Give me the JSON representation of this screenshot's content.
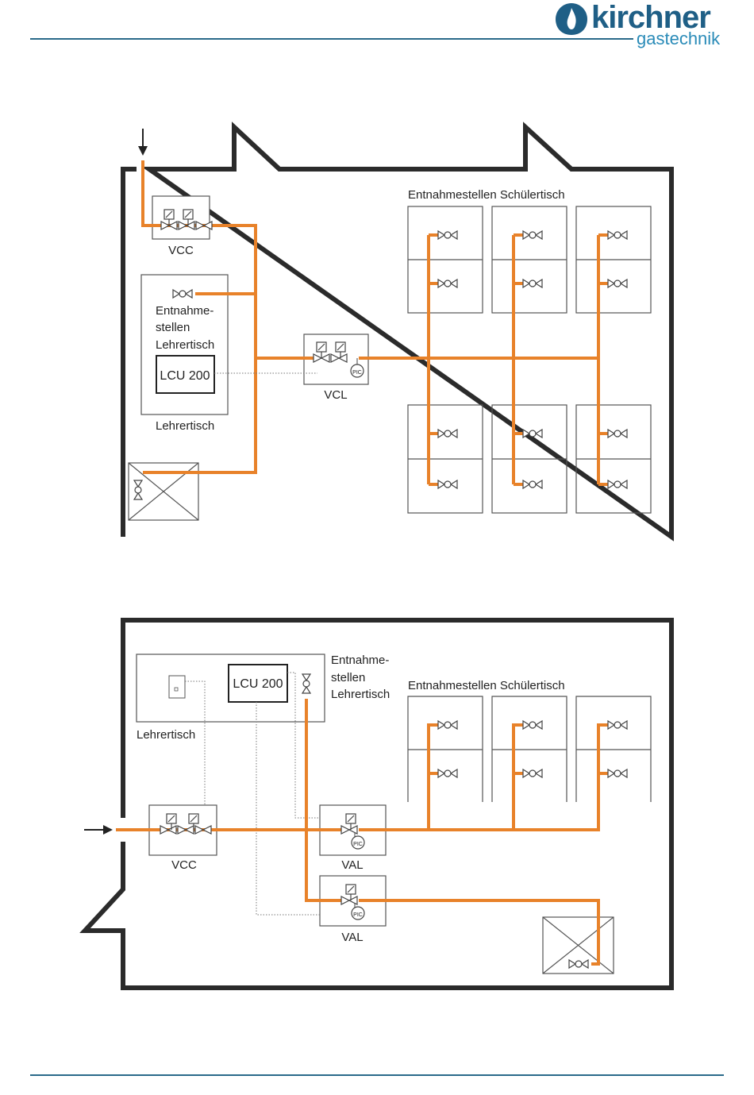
{
  "logo": {
    "brand": "kirchner",
    "sub": "gastechnik",
    "color_brand": "#1f5f86",
    "color_sub": "#2a8bb8"
  },
  "colors": {
    "pipe": "#e8822a",
    "wall": "#2b2b2b",
    "line": "#555555",
    "rule": "#2a6a8a"
  },
  "diagram1": {
    "vcc_label": "VCC",
    "vcl_label": "VCL",
    "teacher_outlets_label": [
      "Entnahme-",
      "stellen",
      "Lehrertisch"
    ],
    "lcu_label": "LCU 200",
    "teacher_table_label": "Lehrertisch",
    "student_outlets_label": "Entnahmestellen Schülertisch",
    "pic_label": "PIC"
  },
  "diagram2": {
    "vcc_label": "VCC",
    "val_label_1": "VAL",
    "val_label_2": "VAL",
    "teacher_outlets_label": [
      "Entnahme-",
      "stellen",
      "Lehrertisch"
    ],
    "lcu_label": "LCU 200",
    "teacher_table_label": "Lehrertisch",
    "student_outlets_label": "Entnahmestellen Schülertisch",
    "pic_label": "PIC"
  }
}
